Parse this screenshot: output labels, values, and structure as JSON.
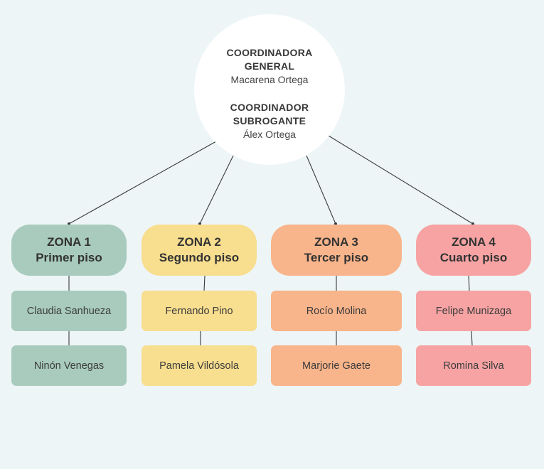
{
  "coordination": {
    "general": {
      "title": "COORDINADORA\nGENERAL",
      "name": "Macarena Ortega"
    },
    "subrogante": {
      "title": "COORDINADOR\nSUBROGANTE",
      "name": "Álex Ortega"
    }
  },
  "zones": [
    {
      "title": "ZONA 1",
      "subtitle": "Primer piso",
      "color": "#a8cbbd",
      "members": [
        "Claudia Sanhueza",
        "Ninón Venegas"
      ]
    },
    {
      "title": "ZONA 2",
      "subtitle": "Segundo piso",
      "color": "#f8de8f",
      "members": [
        "Fernando Pino",
        "Pamela Vildósola"
      ]
    },
    {
      "title": "ZONA 3",
      "subtitle": "Tercer piso",
      "color": "#f8b48a",
      "members": [
        "Rocío Molina",
        "Marjorie Gaete"
      ]
    },
    {
      "title": "ZONA 4",
      "subtitle": "Cuarto piso",
      "color": "#f7a3a3",
      "members": [
        "Felipe Munizaga",
        "Romina Silva"
      ]
    }
  ],
  "colors": {
    "background": "#edf5f6",
    "circle": "#ffffff",
    "connector": "#3a3a3a"
  }
}
